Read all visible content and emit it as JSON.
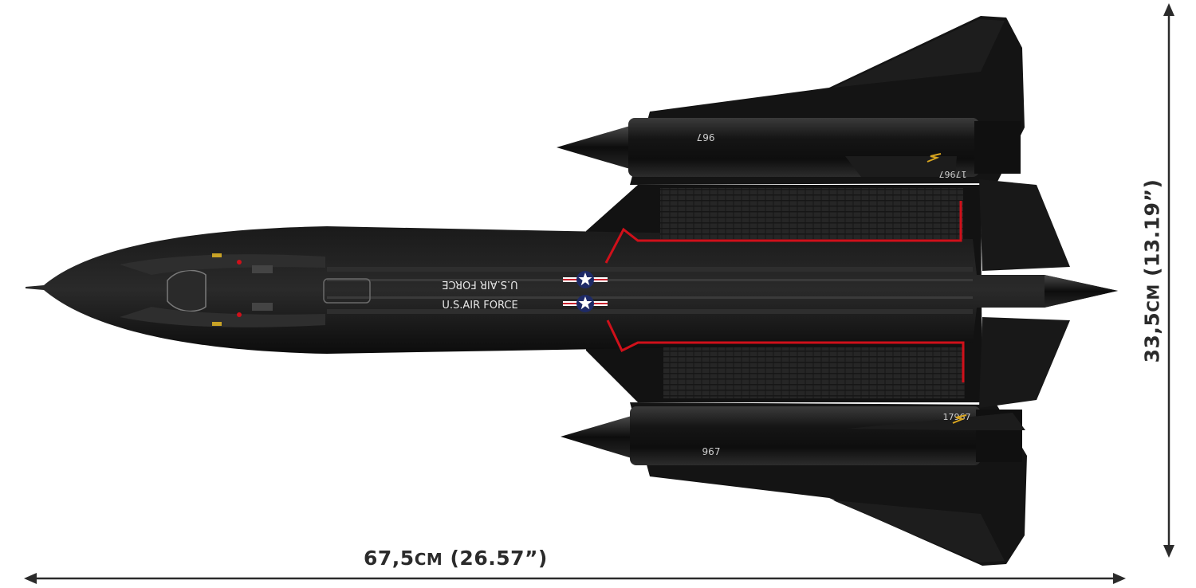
{
  "dimensions": {
    "length": {
      "value": "67,5",
      "unit": "CM",
      "imperial": "(26.57”)"
    },
    "height": {
      "value": "33,5",
      "unit": "CM",
      "imperial": "(13.19”)"
    }
  },
  "markings": {
    "roundel_text": "U.S.AIR FORCE",
    "engine_number": "967",
    "tail_number": "17967"
  },
  "colors": {
    "body": "#111111",
    "panel": "#1f1f1f",
    "highlight": "#3a3a3a",
    "red_stripe": "#d0101a",
    "arrow": "#2b2b2b",
    "roundel_blue": "#1e2a66",
    "roundel_red": "#c8202c"
  }
}
